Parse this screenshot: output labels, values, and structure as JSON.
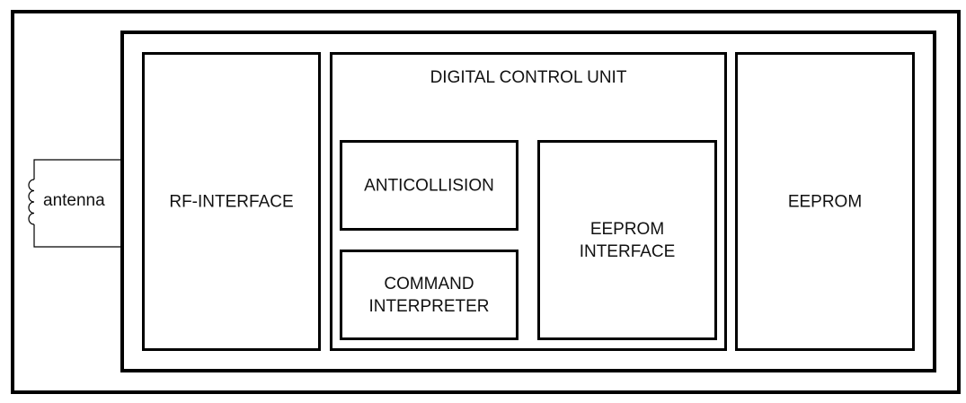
{
  "antenna": {
    "label": "antenna"
  },
  "blocks": {
    "rf_interface": "RF-INTERFACE",
    "digital_control_unit": "DIGITAL CONTROL UNIT",
    "anticollision": "ANTICOLLISION",
    "command_interpreter": [
      "COMMAND",
      "INTERPRETER"
    ],
    "eeprom_interface": [
      "EEPROM",
      "INTERFACE"
    ],
    "eeprom": "EEPROM"
  }
}
